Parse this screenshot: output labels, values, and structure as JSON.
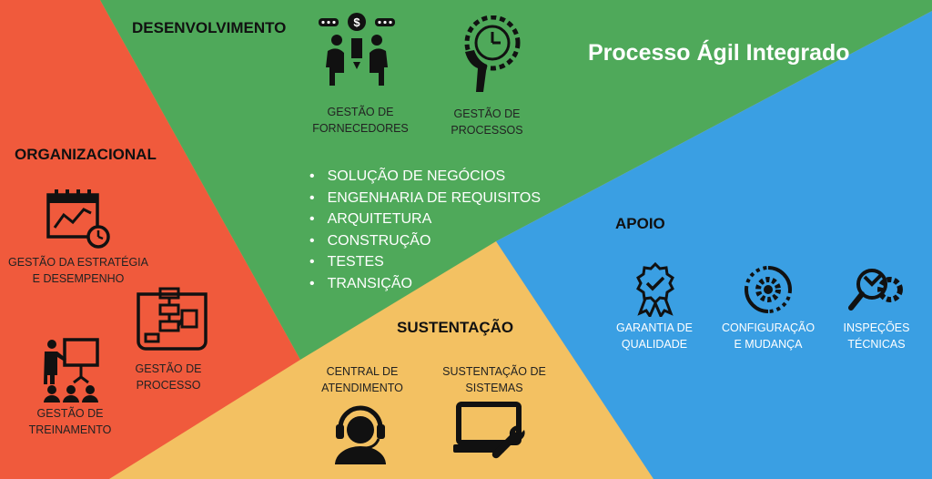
{
  "title": "Processo Ágil Integrado",
  "sections": {
    "desenvolvimento": "DESENVOLVIMENTO",
    "organizacional": "ORGANIZACIONAL",
    "apoio": "APOIO",
    "sustentacao": "SUSTENTAÇÃO"
  },
  "desenvolvimento_items": [
    "GESTÃO DE\nFORNECEDORES",
    "GESTÃO DE\nPROCESSOS"
  ],
  "bullets": [
    "SOLUÇÃO DE NEGÓCIOS",
    "ENGENHARIA DE REQUISITOS",
    "ARQUITETURA",
    "CONSTRUÇÃO",
    "TESTES",
    "TRANSIÇÃO"
  ],
  "organizacional_items": [
    "GESTÃO DA ESTRATÉGIA\nE DESEMPENHO",
    "GESTÃO DE\nPROCESSO",
    "GESTÃO DE\nTREINAMENTO"
  ],
  "apoio_items": [
    "GARANTIA DE\nQUALIDADE",
    "CONFIGURAÇÃO\nE MUDANÇA",
    "INSPEÇÕES\nTÉCNICAS"
  ],
  "sustentacao_items": [
    "CENTRAL DE\nATENDIMENTO",
    "SUSTENTAÇÃO DE\nSISTEMAS"
  ],
  "colors": {
    "red": "#f05a3c",
    "green": "#4fa95a",
    "blue": "#3a9fe3",
    "yellow": "#f3c162"
  }
}
